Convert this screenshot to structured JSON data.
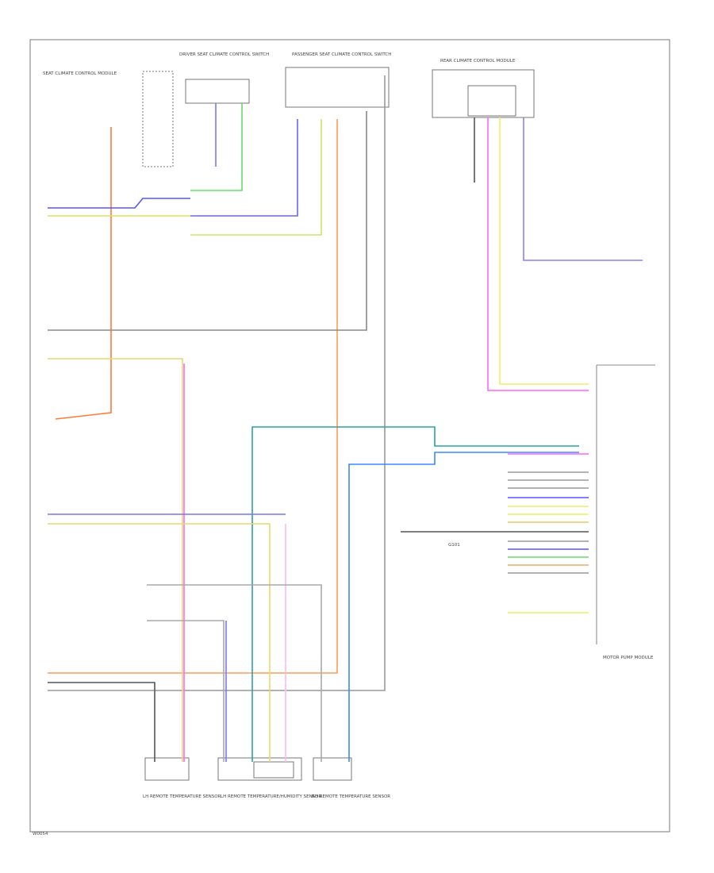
{
  "colors": {
    "orange": "#ff7a3c",
    "blue": "#4d4dff",
    "yellow": "#f2e24a",
    "green": "#66dd66",
    "magenta": "#ff44ff",
    "teal": "#2aa39e",
    "violet": "#8a7cff",
    "gray": "#666666",
    "black": "#333333",
    "frame": "#777777"
  },
  "labels": {
    "footer_code": "W0054",
    "motor_module": "MOTOR PUMP MODULE",
    "ground": "G101",
    "left_sensor_1": "LH REMOTE TEMPERATURE SENSOR",
    "center_sensor": "LH REMOTE TEMPERATURE/HUMIDITY SENSOR",
    "right_sensor": "RH REMOTE TEMPERATURE SENSOR",
    "top_switch": "DRIVER SEAT CLIMATE CONTROL SWITCH",
    "top_module": "PASSENGER SEAT CLIMATE CONTROL SWITCH",
    "top_right_module": "REAR CLIMATE CONTROL MODULE",
    "note_left": "SEAT CLIMATE CONTROL MODULE"
  }
}
